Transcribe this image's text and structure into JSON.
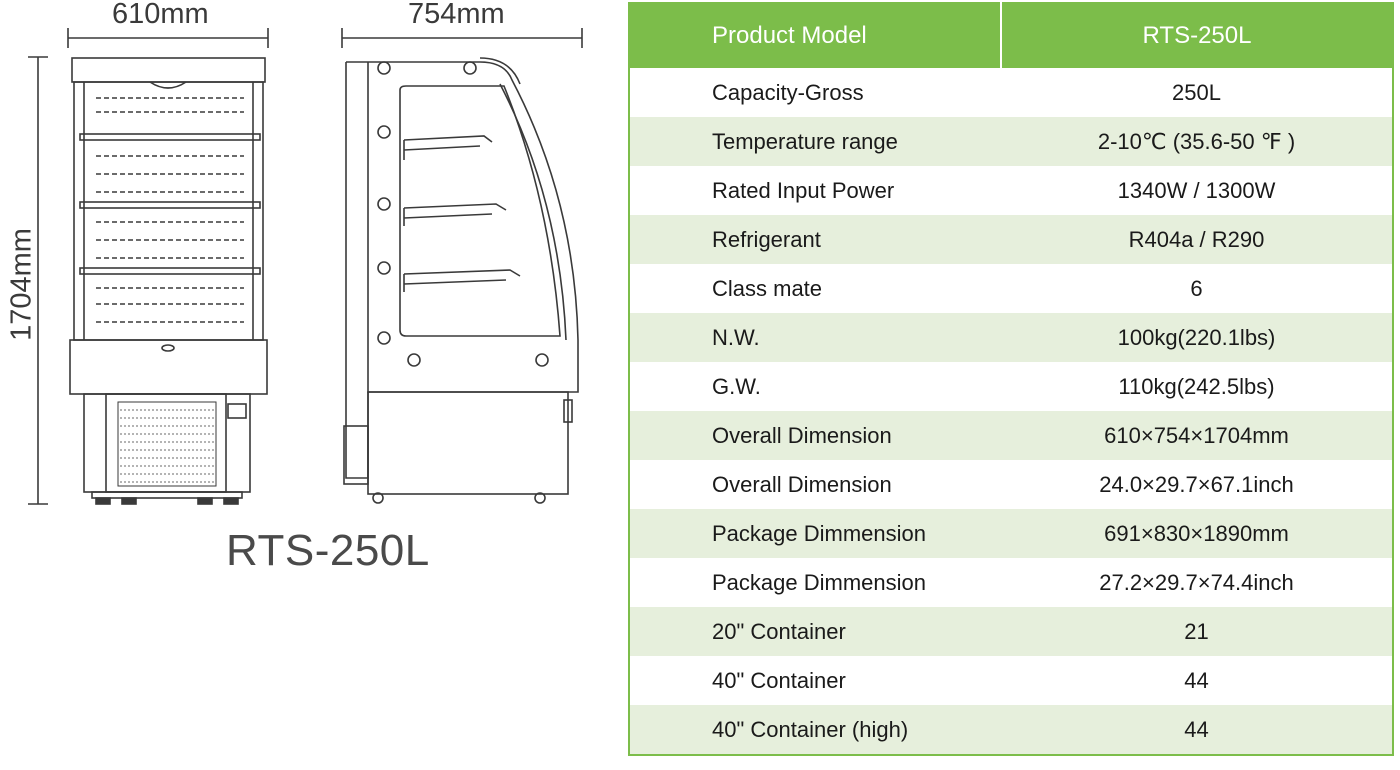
{
  "drawing": {
    "front_width": "610mm",
    "side_depth": "754mm",
    "height": "1704mm",
    "model_caption": "RTS-250L"
  },
  "spec_table": {
    "header": {
      "key": "Product Model",
      "value": "RTS-250L"
    },
    "rows": [
      {
        "key": "Capacity-Gross",
        "value": "250L"
      },
      {
        "key": "Temperature range",
        "value": "2-10℃ (35.6-50 ℉ )"
      },
      {
        "key": "Rated Input Power",
        "value": "1340W / 1300W"
      },
      {
        "key": "Refrigerant",
        "value": "R404a / R290"
      },
      {
        "key": "Class mate",
        "value": "6"
      },
      {
        "key": "N.W.",
        "value": "100kg(220.1lbs)"
      },
      {
        "key": "G.W.",
        "value": "110kg(242.5lbs)"
      },
      {
        "key": "Overall Dimension",
        "value": "610×754×1704mm"
      },
      {
        "key": "Overall Dimension",
        "value": "24.0×29.7×67.1inch"
      },
      {
        "key": "Package Dimmension",
        "value": "691×830×1890mm"
      },
      {
        "key": "Package Dimmension",
        "value": "27.2×29.7×74.4inch"
      },
      {
        "key": "20\" Container",
        "value": "21"
      },
      {
        "key": "40\" Container",
        "value": "44"
      },
      {
        "key": "40\" Container (high)",
        "value": "44"
      }
    ]
  },
  "colors": {
    "accent_green": "#7cbd4a",
    "alt_row": "#e6efdc",
    "line": "#3a3a3a"
  }
}
